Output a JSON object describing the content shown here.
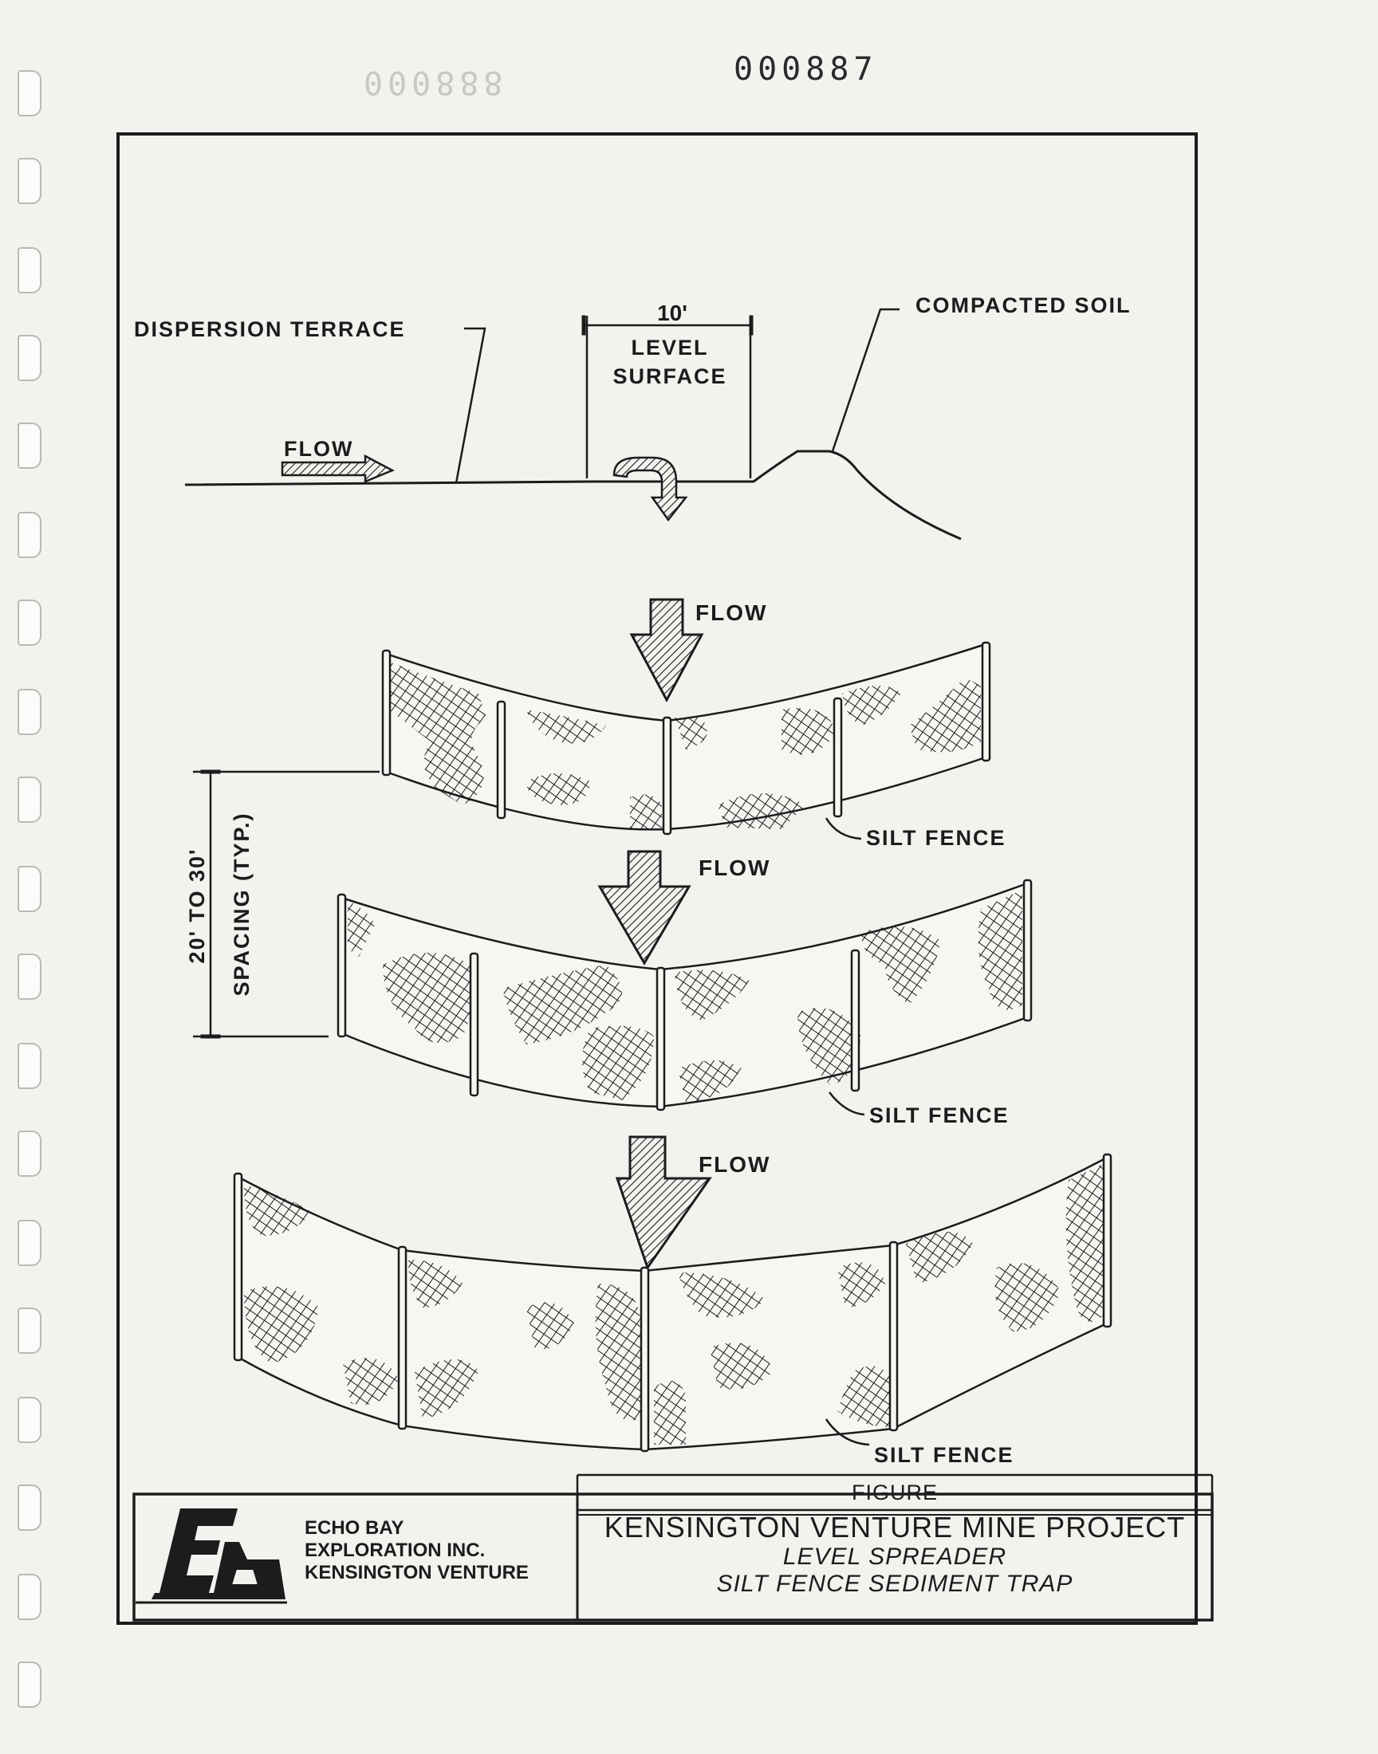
{
  "document": {
    "number": "000887",
    "ghost_number": "000888"
  },
  "diagram": {
    "labels": {
      "dispersion_terrace": "DISPERSION TERRACE",
      "dimension_value": "10'",
      "level_surface_line1": "LEVEL",
      "level_surface_line2": "SURFACE",
      "compacted_soil": "COMPACTED SOIL",
      "flow": "FLOW",
      "silt_fence": "SILT FENCE",
      "spacing_line1": "20' TO 30'",
      "spacing_line2": "SPACING (TYP.)"
    },
    "stroke_color": "#1c1c1c",
    "paper_color": "#f3f2ef"
  },
  "title_block": {
    "company_lines": [
      "ECHO BAY",
      "EXPLORATION INC.",
      "KENSINGTON VENTURE"
    ],
    "logo": "echo-bay-logo",
    "figure_label": "FIGURE",
    "project_title": "KENSINGTON VENTURE MINE PROJECT",
    "subtitle_line1": "LEVEL SPREADER",
    "subtitle_line2": "SILT FENCE SEDIMENT TRAP"
  }
}
